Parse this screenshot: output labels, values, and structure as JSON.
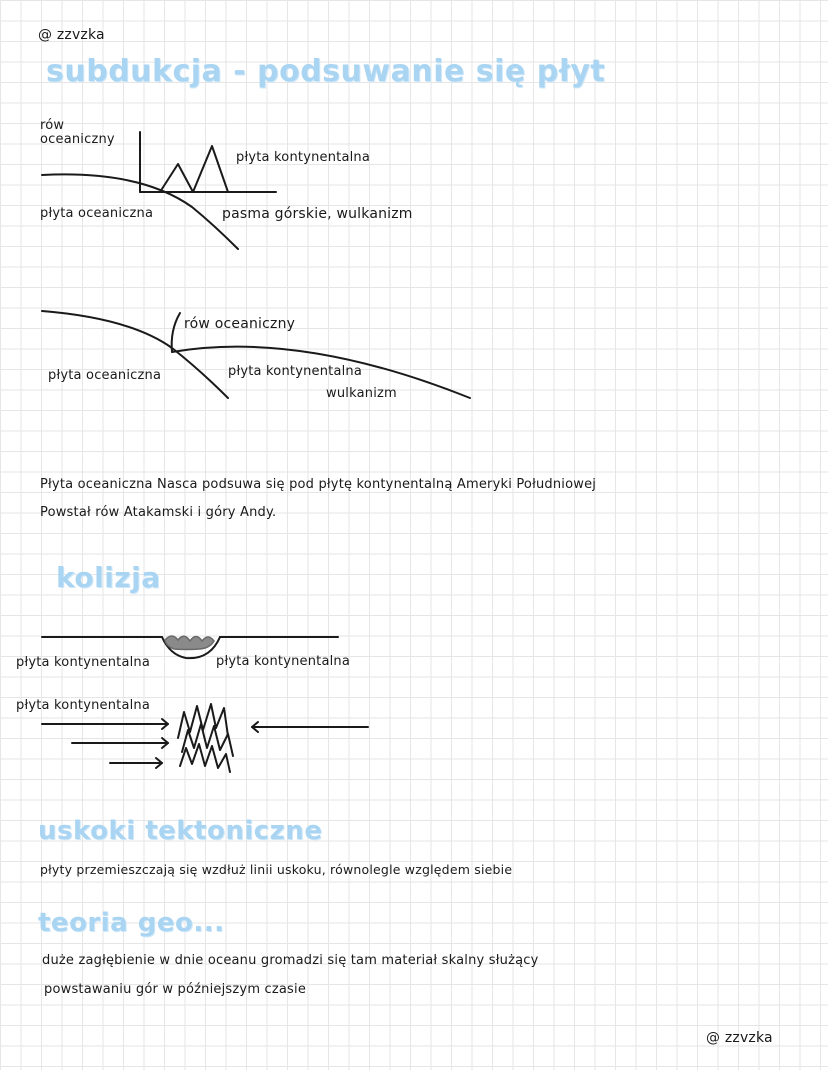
{
  "author": "@ zzvzka",
  "footer_author": "@ zzvzka",
  "section1": {
    "heading": "subdukcja - podsuwanie się płyt",
    "d1": {
      "label_rift": "rów oceaniczny",
      "label_cont": "płyta kontynentalna",
      "label_ocean": "płyta oceaniczna",
      "label_mount": "pasma górskie, wulkanizm"
    },
    "d2": {
      "label_rift": "rów oceaniczny",
      "label_ocean": "płyta oceaniczna",
      "label_cont": "płyta kontynentalna",
      "label_volc": "wulkanizm"
    },
    "text_line1": "Płyta oceaniczna Nasca podsuwa się pod płytę kontynentalną Ameryki Południowej",
    "text_line2": "Powstał rów Atakamski i góry Andy."
  },
  "section2": {
    "heading": "kolizja",
    "d3": {
      "label_left": "płyta kontynentalna",
      "label_right": "płyta kontynentalna"
    },
    "d4": {
      "label": "płyta kontynentalna"
    }
  },
  "section3": {
    "heading": "uskoki tektoniczne",
    "text": "płyty przemieszczają się wzdłuż linii uskoku, równolegle względem siebie"
  },
  "section4": {
    "heading": "teoria geo...",
    "text_line1": "duże zagłębienie w dnie oceanu gromadzi się tam materiał skalny służący",
    "text_line2": "powstawaniu gór w późniejszym czasie"
  }
}
